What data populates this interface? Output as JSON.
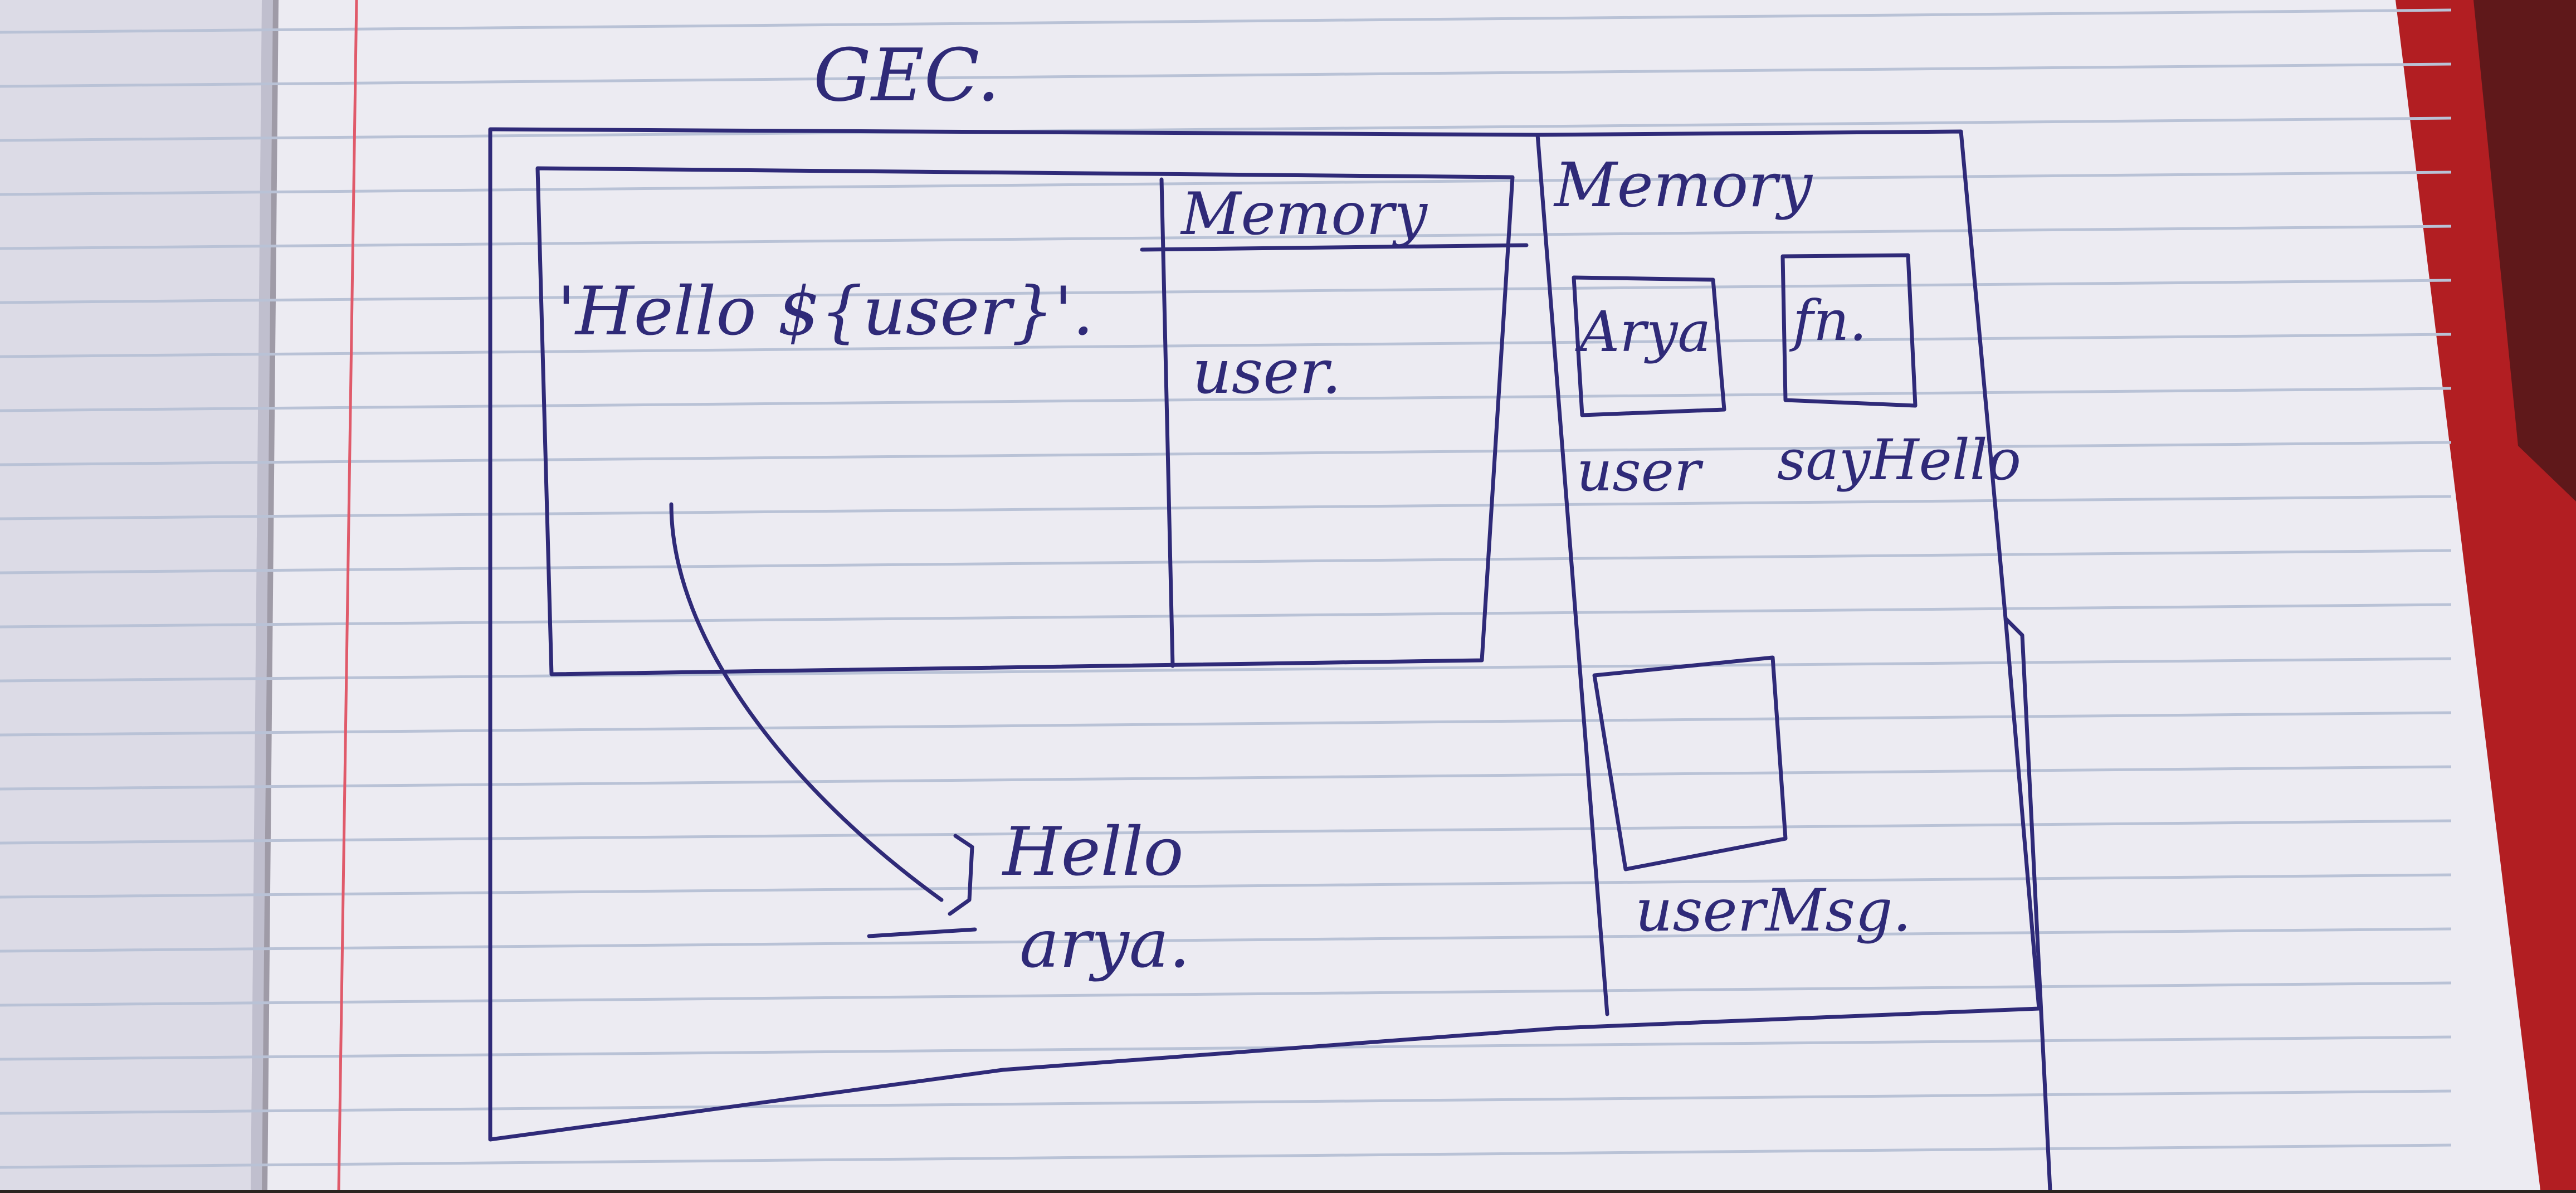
{
  "notebook": {
    "heading": "GEC.",
    "code_text": "'Hello ${user}'.",
    "inner_memory": {
      "heading": "Memory",
      "entry": "user."
    },
    "outer_memory": {
      "heading": "Memory",
      "boxes": [
        {
          "content": "Arya",
          "label": "user"
        },
        {
          "content": "fn.",
          "label": "sayHello"
        }
      ],
      "lower_box_label": "userMsg."
    },
    "output_text": [
      "Hello",
      "arya."
    ]
  },
  "colors": {
    "ink": "#2f2a78",
    "paper": "#ecebf2",
    "rule_line": "#b9c2d6",
    "margin_line": "#e05a6a",
    "cover": "#b21e22"
  }
}
